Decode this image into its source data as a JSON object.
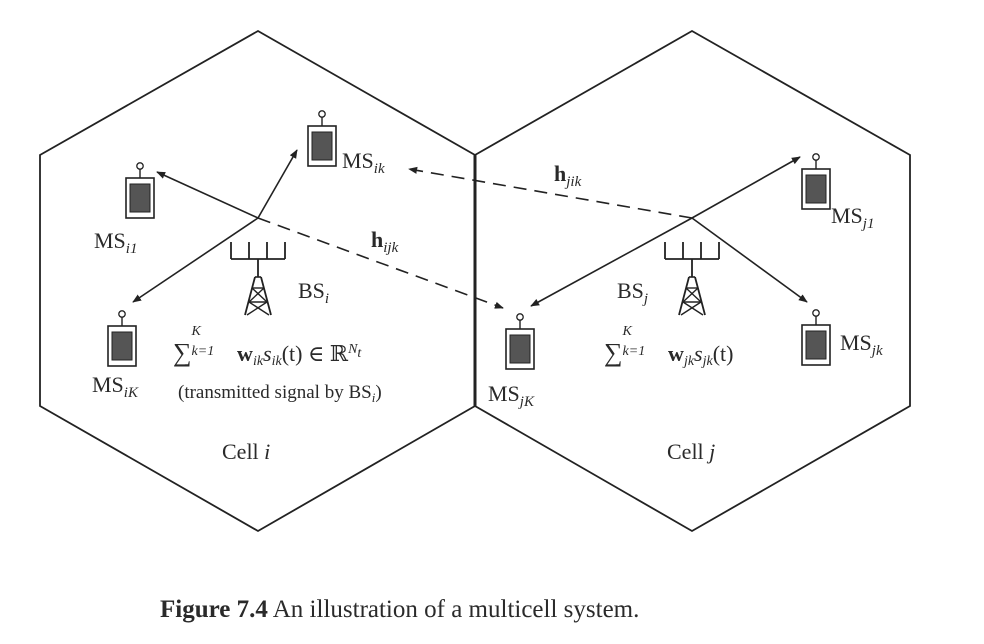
{
  "figure": {
    "caption_prefix": "Figure 7.4",
    "caption_text": "An illustration of a multicell system."
  },
  "cells": [
    {
      "label_prefix": "Cell ",
      "label_var": "i"
    },
    {
      "label_prefix": "Cell ",
      "label_var": "j"
    }
  ],
  "base_stations": [
    {
      "base": "BS",
      "sub": "i"
    },
    {
      "base": "BS",
      "sub": "j"
    }
  ],
  "mobiles": [
    {
      "base": "MS",
      "sub": "ik"
    },
    {
      "base": "MS",
      "sub": "i1"
    },
    {
      "base": "MS",
      "sub": "iK"
    },
    {
      "base": "MS",
      "sub": "jK"
    },
    {
      "base": "MS",
      "sub": "j1"
    },
    {
      "base": "MS",
      "sub": "jk"
    }
  ],
  "channels": [
    {
      "base": "h",
      "sub": "ijk"
    },
    {
      "base": "h",
      "sub": "jik"
    }
  ],
  "signals": {
    "cell_i": {
      "sum_sym": "∑",
      "upper": "K",
      "lower": "k=1",
      "w": "w",
      "w_sub": "ik",
      "s": "s",
      "s_sub": "ik",
      "t": "(t) ∈ ℝ",
      "dim_sup": "N",
      "dim_sub": "t"
    },
    "cell_i_note_prefix": "(transmitted signal by BS",
    "cell_i_note_sub": "i",
    "cell_i_note_suffix": ")",
    "cell_j": {
      "sum_sym": "∑",
      "upper": "K",
      "lower": "k=1",
      "w": "w",
      "w_sub": "jk",
      "s": "s",
      "s_sub": "jk",
      "t": "(t)"
    }
  }
}
